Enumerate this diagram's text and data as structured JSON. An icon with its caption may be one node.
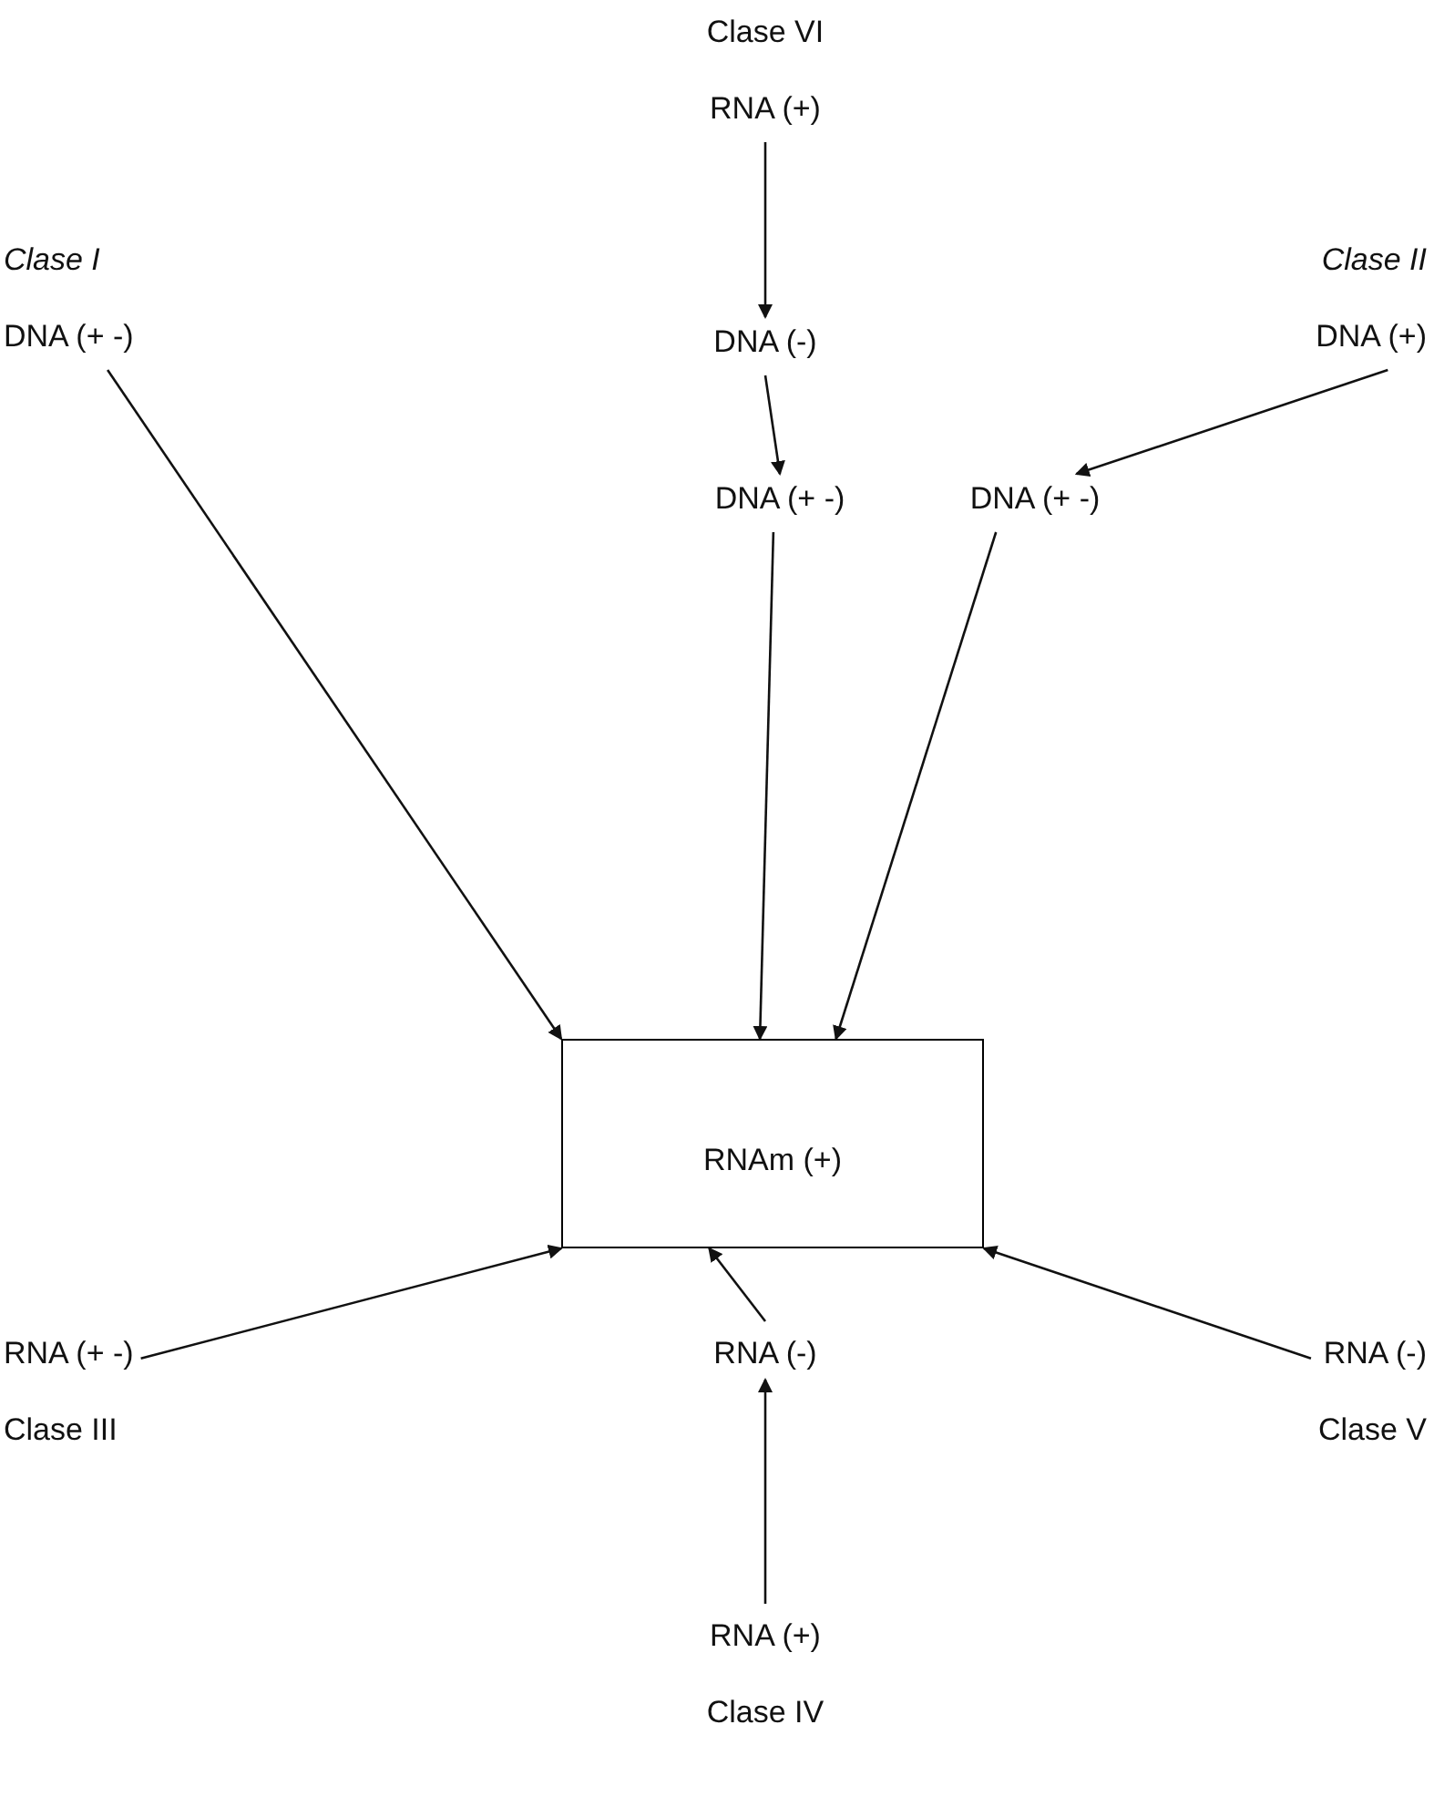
{
  "diagram": {
    "nodes": [
      {
        "text": [
          "Clase VI",
          "RNA (+)"
        ]
      },
      {
        "text": [
          "Clase I",
          "DNA (+ -)"
        ]
      },
      {
        "text": [
          "DNA (-)"
        ]
      },
      {
        "text": [
          "Clase II",
          "DNA (+)"
        ]
      },
      {
        "text": [
          "DNA (+ -)"
        ]
      },
      {
        "text": [
          "DNA (+ -)"
        ]
      },
      {
        "text": [
          "RNAm (+)"
        ]
      },
      {
        "text": [
          "RNA (+ -)",
          "Clase III"
        ]
      },
      {
        "text": [
          "RNA (-)"
        ]
      },
      {
        "text": [
          "RNA (-)",
          "Clase V"
        ]
      },
      {
        "text": [
          "RNA (+)",
          "Clase IV"
        ]
      }
    ],
    "edges": [
      {
        "from": 0,
        "to": 2,
        "arrow": "to"
      },
      {
        "from": 2,
        "to": 4,
        "arrow": "to"
      },
      {
        "from": 4,
        "to": 6,
        "arrow": "to"
      },
      {
        "from": 1,
        "to": 6,
        "arrow": "to"
      },
      {
        "from": 3,
        "to": 5,
        "arrow": "to"
      },
      {
        "from": 5,
        "to": 6,
        "arrow": "to"
      },
      {
        "from": 7,
        "to": 6,
        "arrow": "to"
      },
      {
        "from": 8,
        "to": 6,
        "arrow": "to"
      },
      {
        "from": 10,
        "to": 8,
        "arrow": "to"
      },
      {
        "from": 9,
        "to": 6,
        "arrow": "to"
      }
    ]
  }
}
